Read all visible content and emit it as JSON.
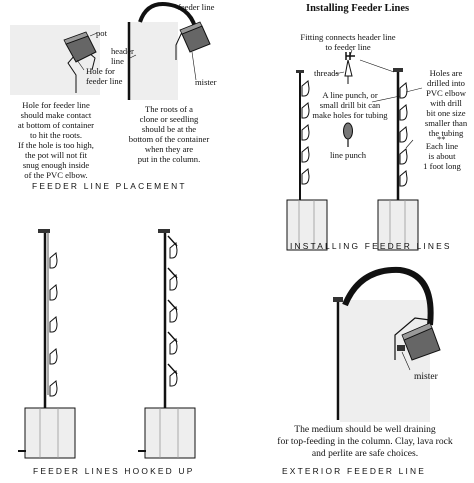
{
  "panels": {
    "placement": {
      "pot_label": "pot",
      "hole_label_1": "Hole for",
      "hole_label_2": "feeder line",
      "feeder_label": "feeder line",
      "header_label_1": "header",
      "header_label_2": "line",
      "mister_label": "mister",
      "left_note": [
        "Hole for feeder line",
        "should make contact",
        "at bottom of container",
        "to hit the roots.",
        "If the hole is too high,",
        "the pot will not fit",
        "snug enough inside",
        "of the PVC elbow."
      ],
      "right_note": [
        "The roots of a",
        "clone or seedling",
        "should be at the",
        "bottom of the container",
        "when they are",
        "put in the column."
      ],
      "caption": "FEEDER LINE PLACEMENT"
    },
    "installing": {
      "title": "Installing Feeder Lines",
      "fitting_note": [
        "Fitting connects header line",
        "to feeder line"
      ],
      "threads_label": "threads",
      "punch_note": [
        "A line punch, or",
        "small drill bit can",
        "make holes for tubing"
      ],
      "punch_label": "line punch",
      "holes_note": [
        "Holes are",
        "drilled into",
        "PVC elbow",
        "with drill",
        "bit one size",
        "smaller than",
        "the tubing"
      ],
      "each_line_note": [
        "Each line",
        "is about",
        "1 foot long"
      ],
      "caption": "INSTALLING FEEDER LINES"
    },
    "hooked": {
      "caption": "FEEDER LINES HOOKED UP"
    },
    "exterior": {
      "mister_label": "mister",
      "note": [
        "The medium should be well draining",
        "for top-feeding in the column. Clay, lava rock",
        "and perlite are safe choices."
      ],
      "caption": "EXTERIOR FEEDER LINE"
    }
  }
}
